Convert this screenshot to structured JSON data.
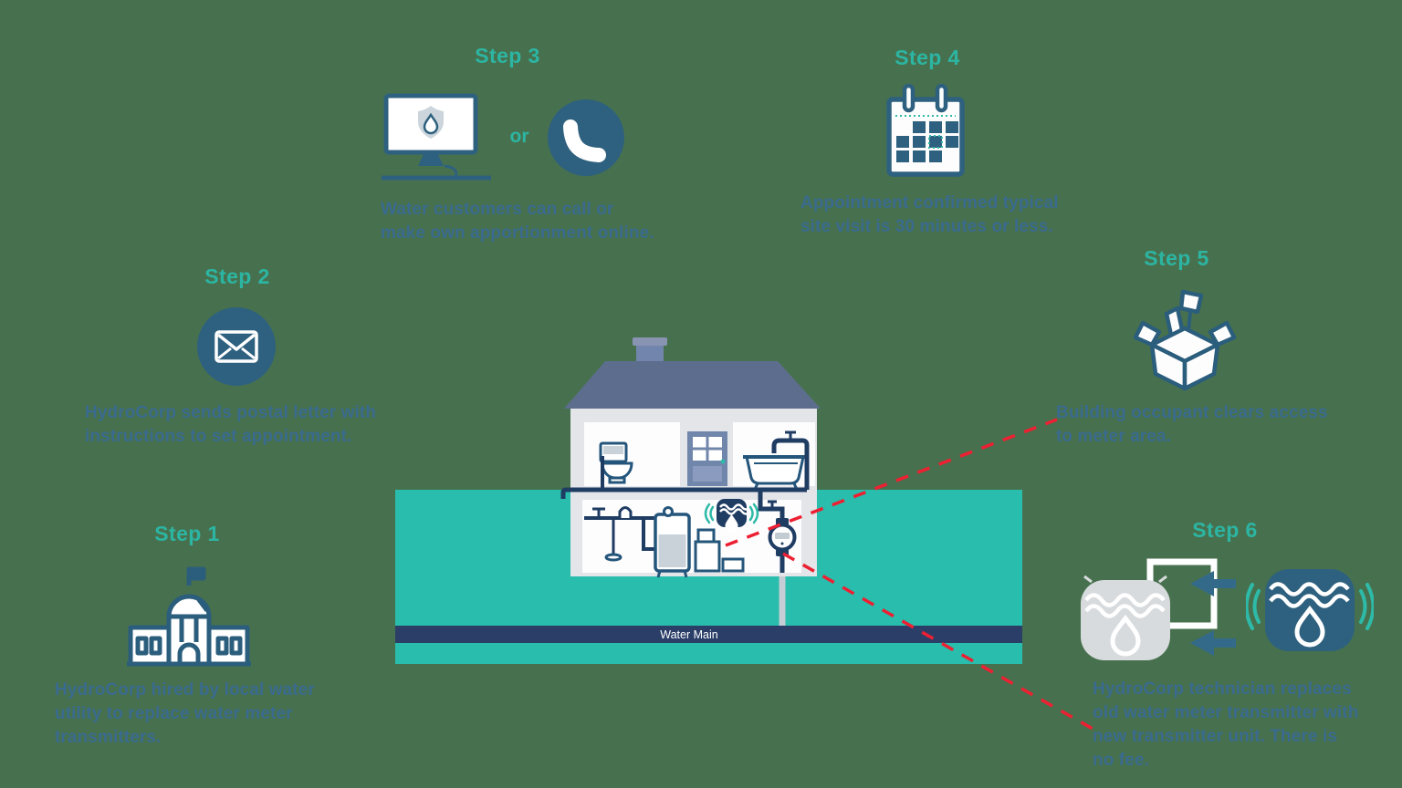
{
  "background_color": "#47714e",
  "palette": {
    "step_title_teal": "#2cb5a3",
    "body_text_blue": "#3a6b8e",
    "icon_navy": "#2e617f",
    "pipe_navy": "#1f3c63",
    "ground_teal": "#28bdac",
    "water_main_navy": "#2b3e68",
    "dashed_line_red": "#ec2032",
    "old_unit_gray": "#d8dbde",
    "new_unit_blue": "#2e617f",
    "roof_slate": "#5d6d8e",
    "vibration_teal": "#2ebaa8"
  },
  "steps": [
    {
      "title": "Step 1",
      "icon": "government-building-icon",
      "description": "HydroCorp hired by local water\nutility to replace water meter\ntransmitters."
    },
    {
      "title": "Step 2",
      "icon": "envelope-icon",
      "description": "HydroCorp sends postal letter with\ninstructions to set appointment."
    },
    {
      "title": "Step 3",
      "icons": [
        "computer-monitor-water-icon",
        "phone-icon"
      ],
      "connector_label": "or",
      "description": "Water customers can call or\nmake own apportionment online."
    },
    {
      "title": "Step 4",
      "icon": "calendar-icon",
      "description": "Appointment confirmed typical\nsite visit is 30 minutes or less."
    },
    {
      "title": "Step 5",
      "icon": "open-moving-box-icon",
      "description": "Building occupant clears access\nto meter area."
    },
    {
      "title": "Step 6",
      "icons": [
        "old-transmitter-icon",
        "swap-arrows-icon",
        "new-transmitter-icon"
      ],
      "description": "HydroCorp technician replaces\nold water meter transmitter with\nnew transmitter unit. There is\nno fee."
    }
  ],
  "scene": {
    "water_main_label": "Water Main",
    "house": "cutaway-house-with-plumbing"
  }
}
